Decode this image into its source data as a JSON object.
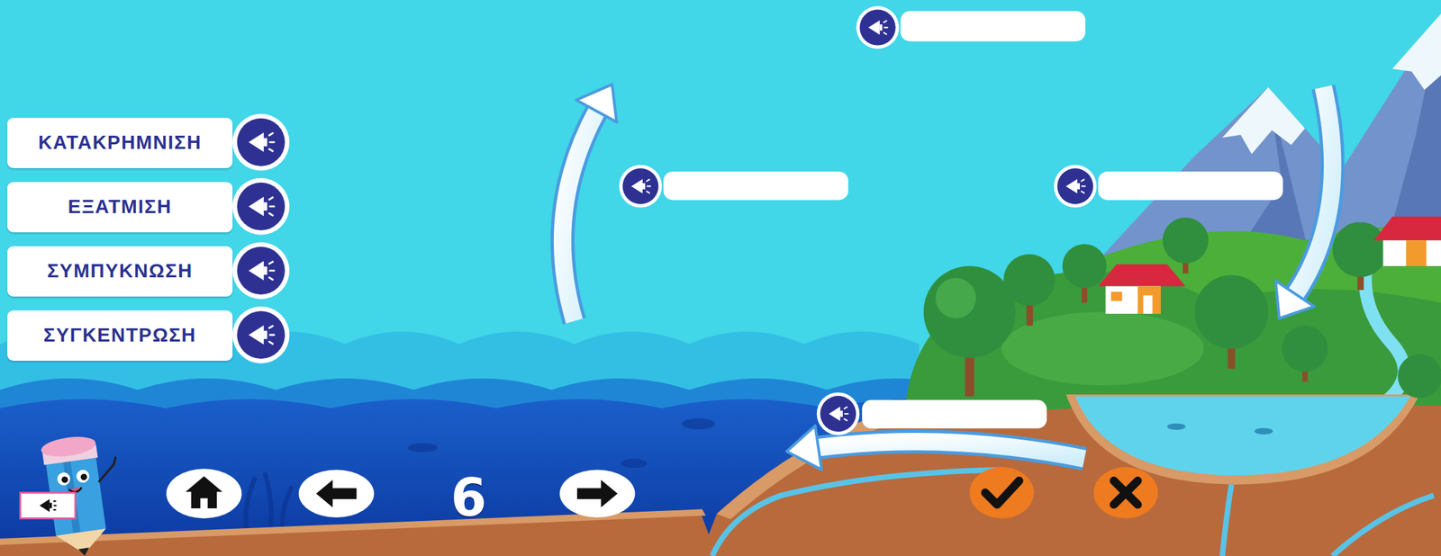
{
  "diagram": {
    "nodes": [
      {
        "text": [
          "ΚΑΤΑΚΡΗΜΝΙΣΗ"
        ]
      },
      {
        "text": [
          "ΕΞΑΤΜΙΣΗ"
        ]
      },
      {
        "text": [
          "ΣΥΜΠΥΚΝΩΣΗ"
        ]
      },
      {
        "text": [
          "ΣΥΓΚΕΝΤΡΩΣΗ"
        ]
      }
    ],
    "labels": [
      "6"
    ]
  }
}
